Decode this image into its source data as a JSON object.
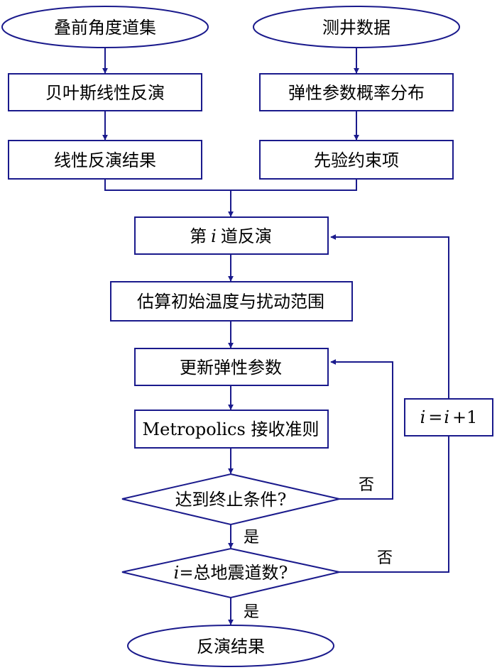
{
  "colors": {
    "stroke": "#1a1a8c",
    "text": "#000000",
    "background": "#ffffff"
  },
  "nodes": {
    "prestack_gathers": "叠前角度道集",
    "well_data": "测井数据",
    "bayes_linear_inversion": "贝叶斯线性反演",
    "elastic_param_distribution": "弹性参数概率分布",
    "linear_inversion_result": "线性反演结果",
    "prior_constraint": "先验约束项",
    "trace_i_prefix": "第",
    "trace_i_var": "i",
    "trace_i_suffix": "道反演",
    "estimate_temperature": "估算初始温度与扰动范围",
    "update_elastic_params": "更新弹性参数",
    "metropolis_criterion": "Metropolics 接收准则",
    "termination_check": "达到终止条件?",
    "trace_count_var": "i",
    "trace_count_suffix": "=总地震道数?",
    "increment_left": "i",
    "increment_eq": "=",
    "increment_right": "i",
    "increment_plus": "+1",
    "inversion_result": "反演结果"
  },
  "edge_labels": {
    "termination_no": "否",
    "termination_yes": "是",
    "count_no": "否",
    "count_yes": "是"
  }
}
